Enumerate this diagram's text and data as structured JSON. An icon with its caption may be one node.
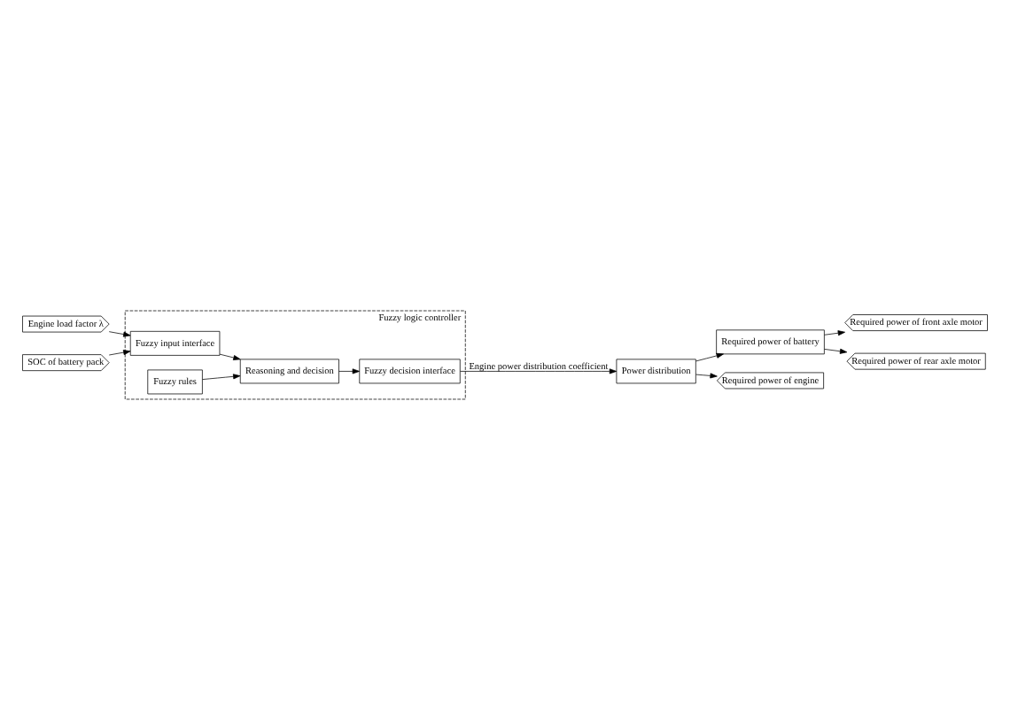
{
  "diagram": {
    "nodes": [
      {
        "text": [
          "Fuzzy logic controller"
        ]
      },
      {
        "text": [
          "Engine load factor λ"
        ]
      },
      {
        "text": [
          "SOC of battery pack"
        ]
      },
      {
        "text": [
          "Fuzzy input interface"
        ],
        "in": 0
      },
      {
        "text": [
          "Fuzzy rules"
        ],
        "in": 0
      },
      {
        "text": [
          "Reasoning and decision"
        ],
        "in": 0
      },
      {
        "text": [
          "Fuzzy decision interface"
        ],
        "in": 0
      },
      {
        "text": [
          "Power distribution"
        ]
      },
      {
        "text": [
          "Required power of battery"
        ]
      },
      {
        "text": [
          "Required power of engine"
        ]
      },
      {
        "text": [
          "Required power of front axle motor"
        ]
      },
      {
        "text": [
          "Required power of rear axle motor"
        ]
      }
    ],
    "edges": [
      {
        "from": 1,
        "to": 3,
        "arrow": "to"
      },
      {
        "from": 2,
        "to": 3,
        "arrow": "to"
      },
      {
        "from": 3,
        "to": 5,
        "arrow": "to"
      },
      {
        "from": 4,
        "to": 5,
        "arrow": "to"
      },
      {
        "from": 5,
        "to": 6,
        "arrow": "to"
      },
      {
        "from": 6,
        "to": 7,
        "label": "Engine power distribution coefficient",
        "arrow": "to"
      },
      {
        "from": 7,
        "to": 9,
        "arrow": "to"
      },
      {
        "from": 7,
        "to": 8,
        "arrow": "to"
      },
      {
        "from": 8,
        "to": 10,
        "arrow": "to"
      },
      {
        "from": 8,
        "to": 11,
        "arrow": "to"
      }
    ]
  }
}
